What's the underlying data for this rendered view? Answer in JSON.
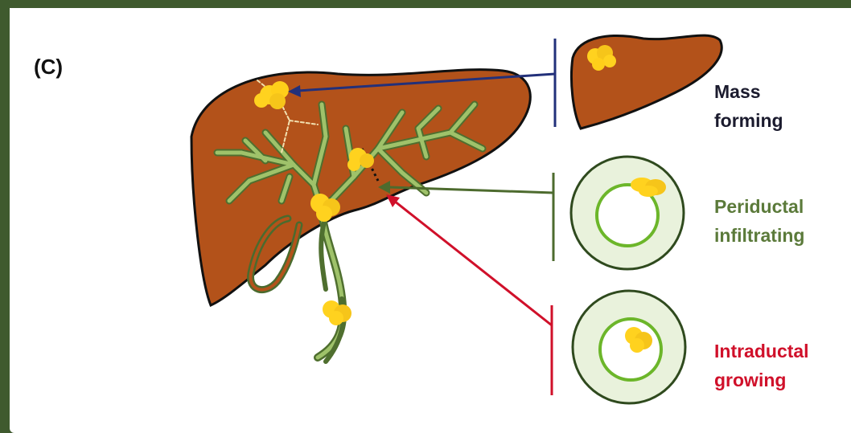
{
  "panel_label": "(C)",
  "types": [
    {
      "line1": "Mass",
      "line2": "forming",
      "color": "#1b1b2e"
    },
    {
      "line1": "Periductal",
      "line2": "infiltrating",
      "color": "#5b7a3a"
    },
    {
      "line1": "Intraductal",
      "line2": "growing",
      "color": "#d0102a"
    }
  ],
  "colors": {
    "frame": "#3f5a2e",
    "liver": "#b3521a",
    "duct": "#8fb05a",
    "tumor": "#ffd21f",
    "mass_arrow": "#22307a",
    "periductal_arrow": "#4d6b2e",
    "intraductal_arrow": "#d0102a"
  }
}
